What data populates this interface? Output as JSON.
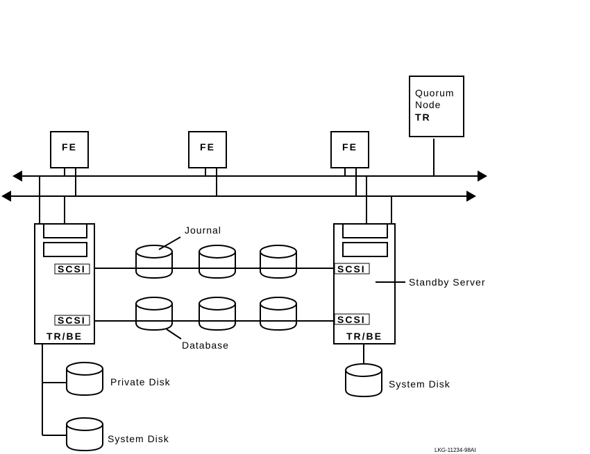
{
  "diagram": {
    "front_ends": [
      {
        "label": "FE"
      },
      {
        "label": "FE"
      },
      {
        "label": "FE"
      }
    ],
    "quorum_node": {
      "line1": "Quorum",
      "line2": "Node",
      "line3": "TR"
    },
    "servers": [
      {
        "label": "TR/BE",
        "scsi_top": "SCSI",
        "scsi_bottom": "SCSI"
      },
      {
        "label": "TR/BE",
        "scsi_top": "SCSI",
        "scsi_bottom": "SCSI"
      }
    ],
    "labels": {
      "journal": "Journal",
      "database": "Database",
      "standby_server": "Standby Server",
      "private_disk": "Private Disk",
      "system_disk_left": "System Disk",
      "system_disk_right": "System Disk"
    },
    "figure_id": "LKG-11234-98AI",
    "colors": {
      "ink": "#000000",
      "background": "#ffffff"
    }
  }
}
